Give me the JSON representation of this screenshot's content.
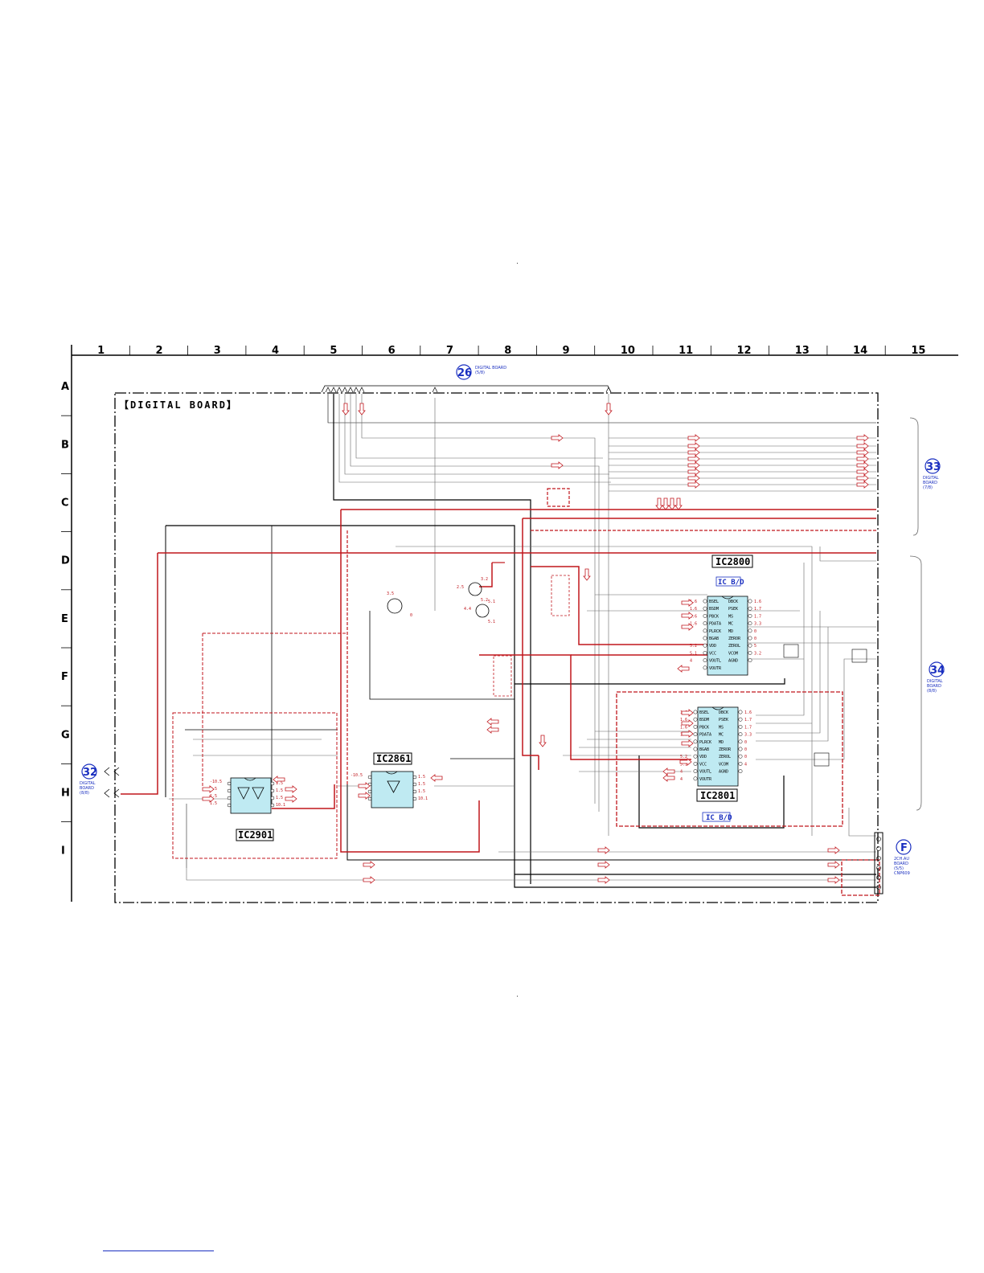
{
  "grid": {
    "columns": [
      "1",
      "2",
      "3",
      "4",
      "5",
      "6",
      "7",
      "8",
      "9",
      "10",
      "11",
      "12",
      "13",
      "14",
      "15"
    ],
    "rows": [
      "A",
      "B",
      "C",
      "D",
      "E",
      "F",
      "G",
      "H",
      "I"
    ]
  },
  "board_title": "【DIGITAL BOARD】",
  "ics": [
    {
      "id": "ic2800",
      "name": "IC2800",
      "type": "IC B/D",
      "left_pins": [
        "BSEL",
        "BSDM",
        "PBCK",
        "PDATA",
        "PLRCK",
        "BGAB",
        "VDD",
        "VCC",
        "VOUTL",
        "VOUTR"
      ],
      "right_pins": [
        "DBCK",
        "PSEK",
        "MS",
        "MC",
        "MD",
        "ZEROR",
        "ZEROL",
        "VCOM",
        "AGND"
      ],
      "left_volts": [
        "1.6",
        "1.6",
        "1.6",
        "1.6",
        "",
        "",
        "5.2",
        "5.1",
        "4",
        ""
      ],
      "right_volts": [
        "1.6",
        "1.7",
        "1.7",
        "3.3",
        "0",
        "0",
        "5",
        "3.2",
        ""
      ]
    },
    {
      "id": "ic2801",
      "name": "IC2801",
      "type": "IC B/D",
      "left_pins": [
        "BSEL",
        "BSDM",
        "PBCK",
        "PDATA",
        "PLRCK",
        "BGAB",
        "VDD",
        "VCC",
        "VOUTL",
        "VOUTR"
      ],
      "right_pins": [
        "DBCK",
        "PSEK",
        "MS",
        "MC",
        "MD",
        "ZEROR",
        "ZEROL",
        "VCOM",
        "AGND"
      ],
      "left_volts": [
        "1.6",
        "1.6",
        "1.6",
        "1.6",
        "",
        "",
        "5.2",
        "5.1",
        "4",
        "4"
      ],
      "right_volts": [
        "1.6",
        "1.7",
        "1.7",
        "3.3",
        "0",
        "0",
        "0",
        "4",
        ""
      ]
    },
    {
      "id": "ic2861",
      "name": "IC2861",
      "left_volts": [
        "-10.5"
      ],
      "right_volts": [
        "1.5",
        "1.5",
        "1.5",
        "10.1"
      ]
    },
    {
      "id": "ic2901",
      "name": "IC2901",
      "left_volts": [
        "-10.5",
        "1.5",
        "1.5",
        "1.5"
      ],
      "right_volts": [
        "1.5",
        "1.5",
        "1.5",
        "10.1"
      ]
    }
  ],
  "connectors": [
    {
      "id": "c26",
      "num": "26",
      "lines": [
        "DIGITAL BOARD",
        "(5/8)"
      ]
    },
    {
      "id": "c32",
      "num": "32",
      "lines": [
        "DIGITAL",
        "BOARD",
        "(8/8)"
      ]
    },
    {
      "id": "c33",
      "num": "33",
      "lines": [
        "DIGITAL",
        "BOARD",
        "(7/8)"
      ]
    },
    {
      "id": "c34",
      "num": "34",
      "lines": [
        "DIGITAL",
        "BOARD",
        "(8/8)"
      ]
    },
    {
      "id": "cF",
      "num": "F",
      "lines": [
        "2CH.AU",
        "BOARD",
        "(5/5)",
        "CNP609"
      ]
    }
  ],
  "transistor_volts": [
    "3.2",
    "2.5",
    "5.2",
    "3.5",
    "0",
    "4.4",
    "5.1",
    "5.1"
  ]
}
